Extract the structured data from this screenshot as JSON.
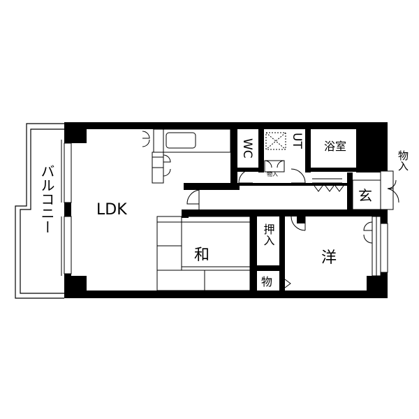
{
  "rooms": {
    "ldk": "LDK",
    "washitsu": "和",
    "youshitsu": "洋",
    "bath": "浴室",
    "genkan": "玄",
    "toilet": "WC",
    "utility": "UT",
    "balcony": "バルコニー",
    "closet_oshiire": "押入",
    "storage_mono": "物",
    "storage_ut": "物入",
    "storage_entry": "物入"
  },
  "colors": {
    "wall": "#000000",
    "line": "#000000",
    "background": "#ffffff"
  }
}
